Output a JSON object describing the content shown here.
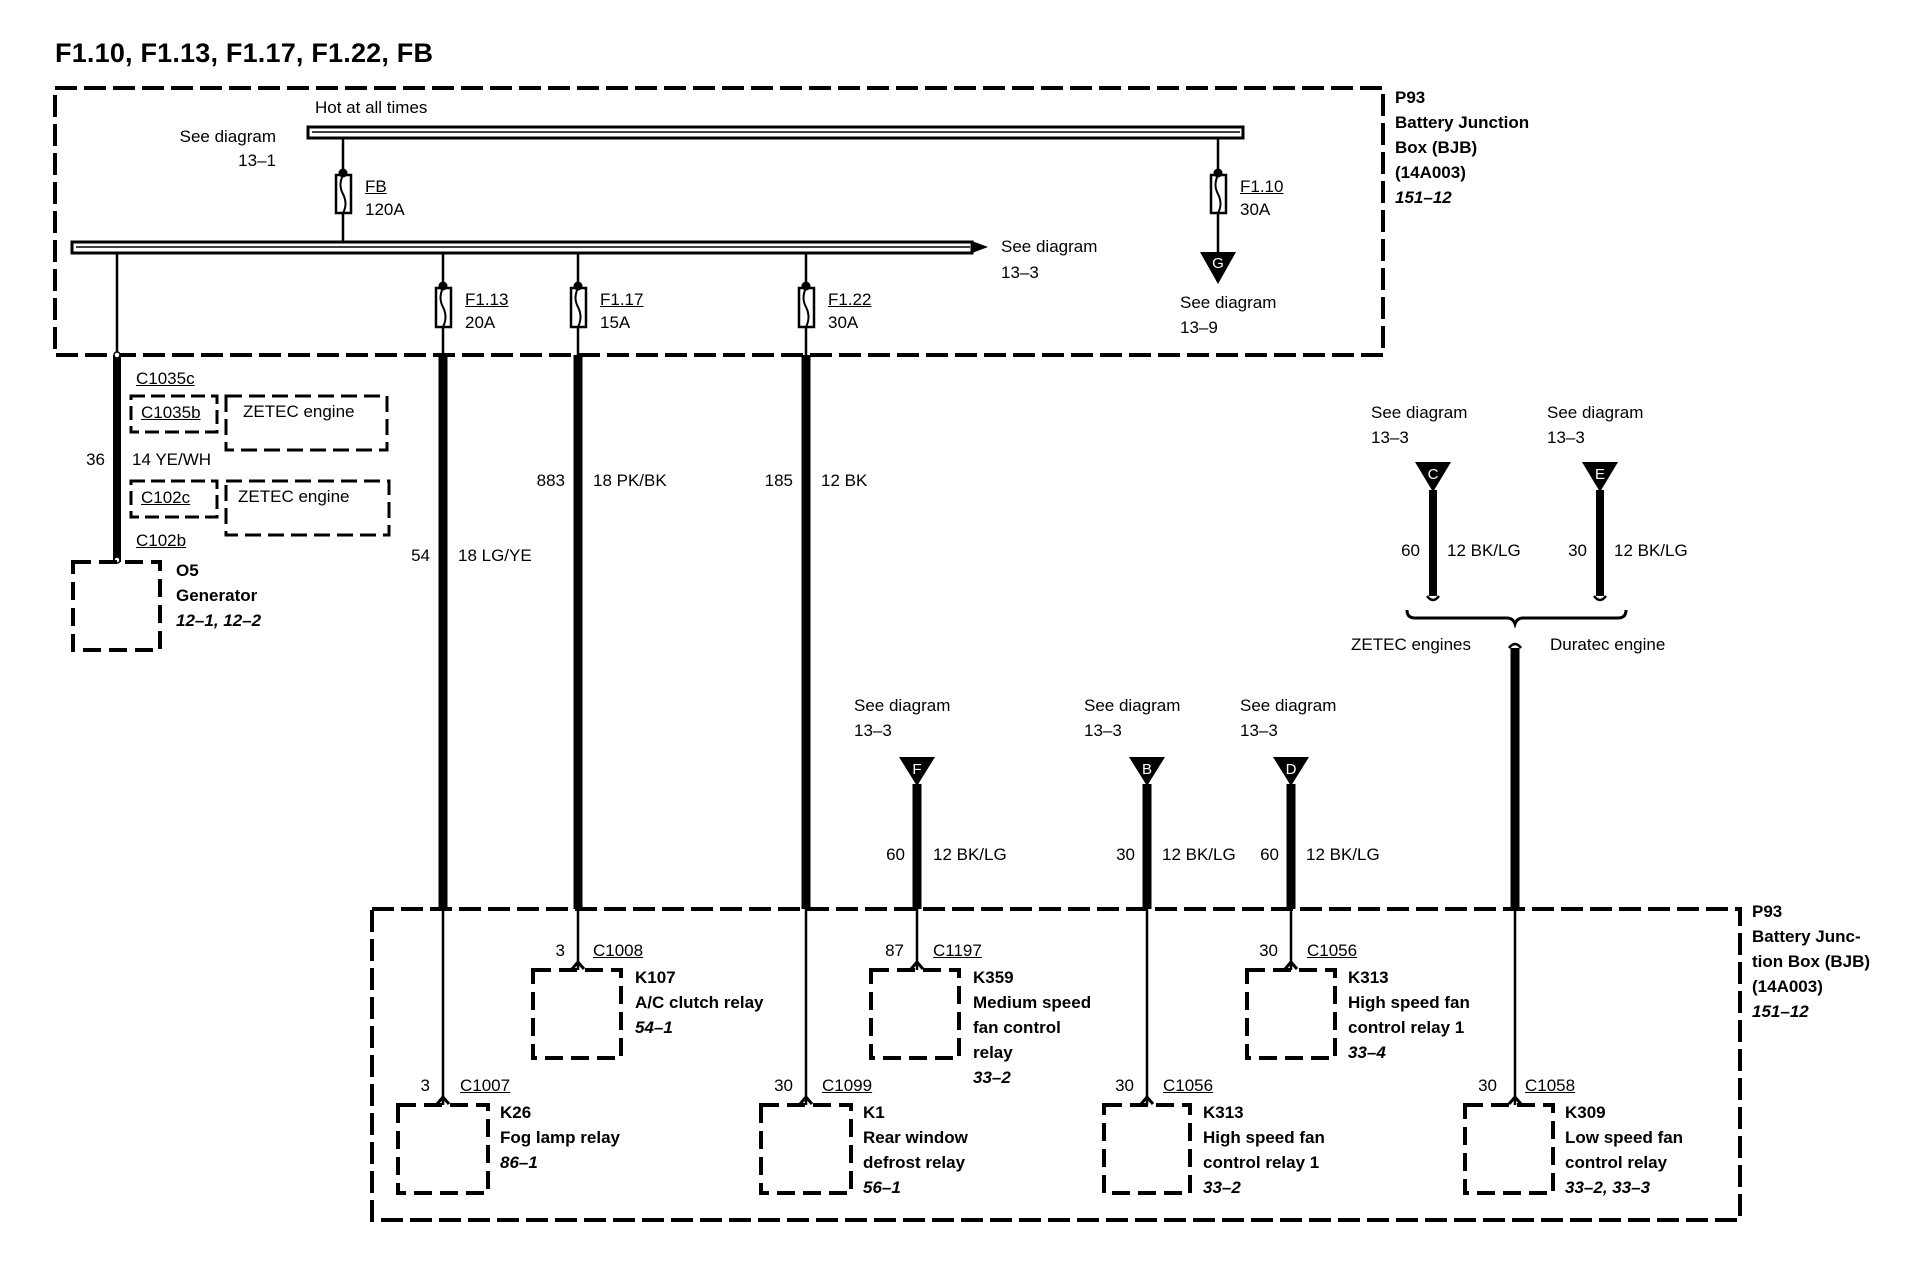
{
  "title": "F1.10, F1.13, F1.17, F1.22, FB",
  "top_box": {
    "id": "P93",
    "name_line1": "Battery Junction",
    "name_line2": "Box (BJB)",
    "part": "(14A003)",
    "ref": "151–12",
    "hot_label": "Hot at all times",
    "hot_ref_label": "See diagram",
    "hot_ref_num": "13–1",
    "bus_ref_label": "See diagram",
    "bus_ref_num": "13–3",
    "g_ref_label": "See diagram",
    "g_ref_num": "13–9",
    "fuses": [
      {
        "name": "FB",
        "rating": "120A"
      },
      {
        "name": "F1.10",
        "rating": "30A"
      },
      {
        "name": "F1.13",
        "rating": "20A"
      },
      {
        "name": "F1.17",
        "rating": "15A"
      },
      {
        "name": "F1.22",
        "rating": "30A"
      }
    ],
    "g_connector": "G"
  },
  "generator_circuit": {
    "circuit": "36",
    "wire": "14 YE/WH",
    "connectors": [
      "C1035c",
      "C1035b",
      "C102c",
      "C102b"
    ],
    "note1": "ZETEC engine",
    "note2": "ZETEC engine",
    "component_id": "O5",
    "component_name": "Generator",
    "component_ref": "12–1, 12–2"
  },
  "wires": [
    {
      "circuit": "54",
      "wire": "18 LG/YE"
    },
    {
      "circuit": "883",
      "wire": "18 PK/BK"
    },
    {
      "circuit": "185",
      "wire": "12 BK"
    },
    {
      "circuit": "60",
      "wire": "12 BK/LG",
      "conn": "F"
    },
    {
      "circuit": "30",
      "wire": "12 BK/LG",
      "conn": "B"
    },
    {
      "circuit": "60",
      "wire": "12 BK/LG",
      "conn": "D"
    },
    {
      "circuit": "60",
      "wire": "12 BK/LG",
      "conn": "C"
    },
    {
      "circuit": "30",
      "wire": "12 BK/LG",
      "conn": "E"
    }
  ],
  "see_diagram": {
    "label": "See diagram",
    "num": "13–3"
  },
  "engine_labels": {
    "zetec": "ZETEC engines",
    "duratec": "Duratec engine"
  },
  "bottom_box": {
    "id": "P93",
    "name_line1": "Battery Junc-",
    "name_line2": "tion Box (BJB)",
    "part": "(14A003)",
    "ref": "151–12"
  },
  "relays": [
    {
      "pin": "3",
      "connector": "C1007",
      "id": "K26",
      "lines": [
        "Fog lamp relay"
      ],
      "ref": "86–1"
    },
    {
      "pin": "3",
      "connector": "C1008",
      "id": "K107",
      "lines": [
        "A/C clutch relay"
      ],
      "ref": "54–1"
    },
    {
      "pin": "30",
      "connector": "C1099",
      "id": "K1",
      "lines": [
        "Rear window",
        "defrost relay"
      ],
      "ref": "56–1"
    },
    {
      "pin": "87",
      "connector": "C1197",
      "id": "K359",
      "lines": [
        "Medium speed",
        "fan control",
        "relay"
      ],
      "ref": "33–2"
    },
    {
      "pin": "30",
      "connector": "C1056",
      "id": "K313",
      "lines": [
        "High speed fan",
        "control relay 1"
      ],
      "ref": "33–2"
    },
    {
      "pin": "30",
      "connector": "C1056",
      "id": "K313",
      "lines": [
        "High speed fan",
        "control relay 1"
      ],
      "ref": "33–4"
    },
    {
      "pin": "30",
      "connector": "C1058",
      "id": "K309",
      "lines": [
        "Low speed fan",
        "control relay"
      ],
      "ref": "33–2, 33–3"
    }
  ]
}
